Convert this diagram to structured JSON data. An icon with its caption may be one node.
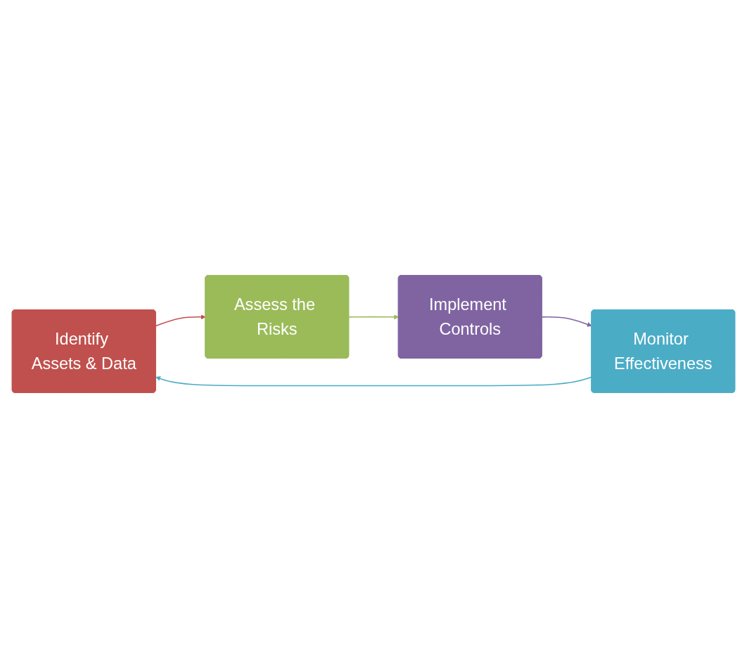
{
  "diagram": {
    "nodes": [
      {
        "text": [
          "Identify Assets & Data"
        ]
      },
      {
        "text": [
          "Assess the Risks"
        ]
      },
      {
        "text": [
          "Implement Controls"
        ]
      },
      {
        "text": [
          "Monitor Effectiveness"
        ]
      }
    ],
    "edges": [
      {
        "from": 0,
        "to": 1,
        "arrow": "to",
        "color": "#c0504d"
      },
      {
        "from": 1,
        "to": 2,
        "arrow": "to",
        "color": "#9bbb59"
      },
      {
        "from": 2,
        "to": 3,
        "arrow": "to",
        "color": "#8064a2"
      },
      {
        "from": 3,
        "to": 0,
        "arrow": "to",
        "color": "#4bacc6"
      }
    ]
  }
}
